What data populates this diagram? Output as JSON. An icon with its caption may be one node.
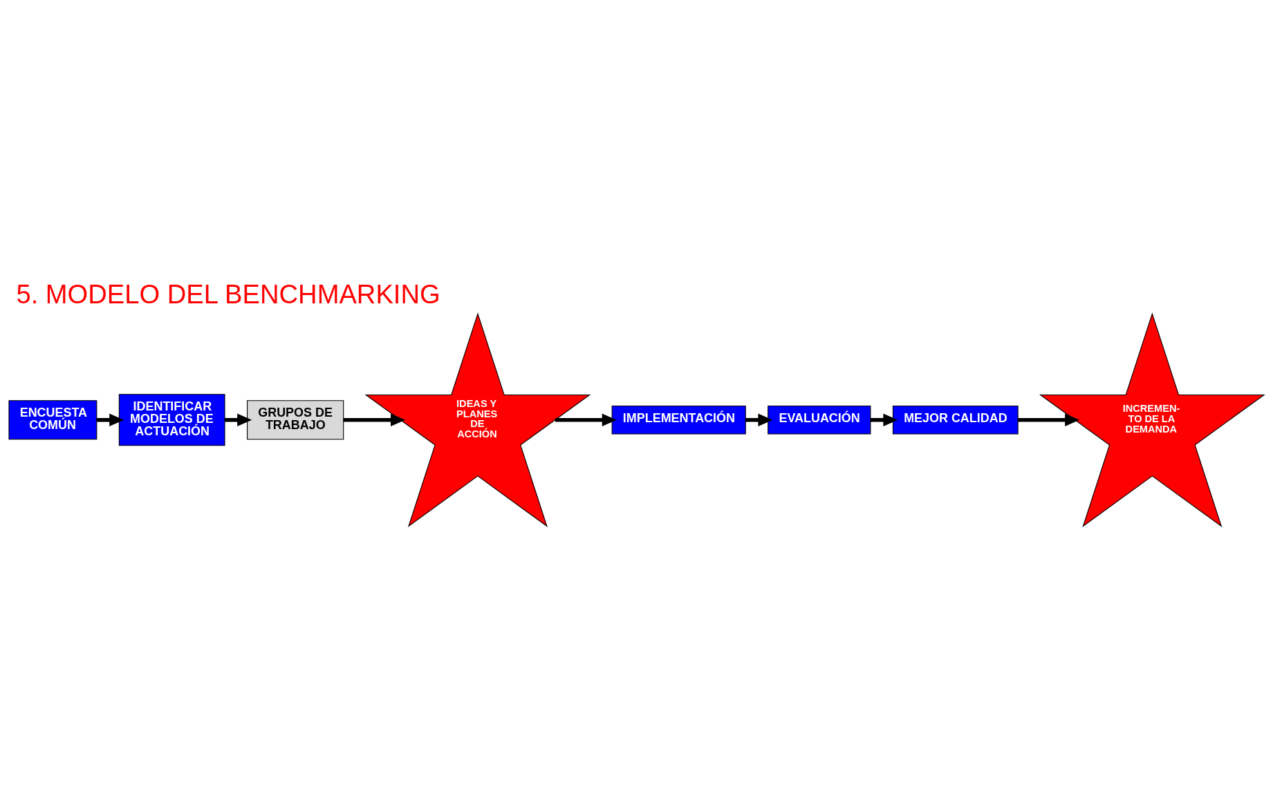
{
  "diagram": {
    "title": "5. MODELO DEL BENCHMARKING",
    "nodes": [
      {
        "text": [
          "ENCUESTA COMÚN"
        ]
      },
      {
        "text": [
          "IDENTIFICAR MODELOS DE ACTUACIÓN"
        ]
      },
      {
        "text": [
          "GRUPOS DE TRABAJO"
        ]
      },
      {
        "text": [
          "IDEAS Y PLANES DE ACCIÓN"
        ]
      },
      {
        "text": [
          "IMPLEMENTACIÓN"
        ]
      },
      {
        "text": [
          "EVALUACIÓN"
        ]
      },
      {
        "text": [
          "MEJOR CALIDAD"
        ]
      },
      {
        "text": [
          "INCREMEN- TO DE LA DEMANDA"
        ]
      }
    ],
    "edges": [
      {
        "from": 0,
        "to": 1,
        "arrow": "to"
      },
      {
        "from": 1,
        "to": 2,
        "arrow": "to"
      },
      {
        "from": 2,
        "to": 3,
        "arrow": "to"
      },
      {
        "from": 3,
        "to": 4,
        "arrow": "to"
      },
      {
        "from": 4,
        "to": 5,
        "arrow": "to"
      },
      {
        "from": 5,
        "to": 6,
        "arrow": "to"
      },
      {
        "from": 6,
        "to": 7,
        "arrow": "to"
      }
    ]
  }
}
